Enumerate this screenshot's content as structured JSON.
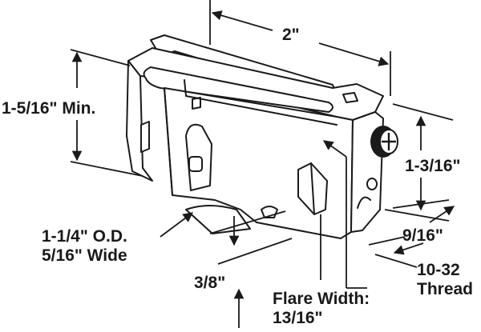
{
  "colors": {
    "ink": "#1a1a1a",
    "paper": "#ffffff"
  },
  "icons": [
    "phillips-screw-icon",
    "dimension-arrow-icon"
  ],
  "dimensions": {
    "width": "2\"",
    "height_min": "1-5/16\" Min.",
    "height_right": "1-3/16\"",
    "depth": "9/16\"",
    "wheel_od": "1-1/4\" O.D.",
    "wheel_width": "5/16\" Wide",
    "offset": "3/8\"",
    "thread_size": "10-32",
    "thread_label": "Thread",
    "flare_label": "Flare Width:",
    "flare_value": "13/16\""
  }
}
